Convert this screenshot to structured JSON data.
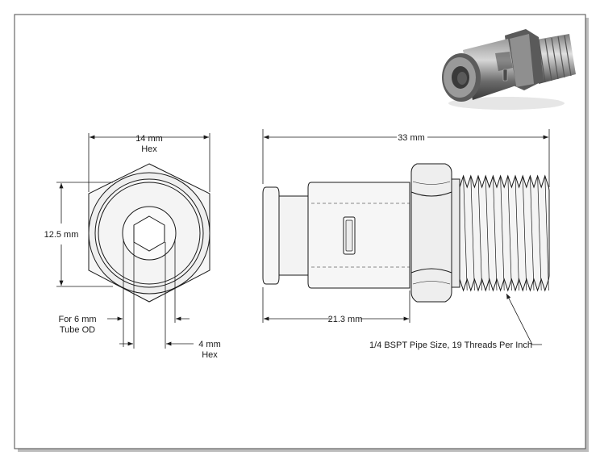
{
  "drawing": {
    "front_view": {
      "hex_width_value": "14 mm",
      "hex_width_sub": "Hex",
      "height_label": "12.5 mm",
      "tube_label_line1": "For 6 mm",
      "tube_label_line2": "Tube OD",
      "inner_hex_value": "4 mm",
      "inner_hex_sub": "Hex"
    },
    "side_view": {
      "overall_length": "33 mm",
      "body_length": "21.3 mm",
      "thread_note": "1/4 BSPT Pipe Size, 19 Threads Per Inch"
    },
    "colors": {
      "line": "#1a1a1a",
      "part_light": "#f6f6f6",
      "part_shade": "#d8d8d8",
      "render_dark": "#3f3f3f",
      "render_mid": "#8a8a8a",
      "render_light": "#cfcfcf"
    }
  }
}
